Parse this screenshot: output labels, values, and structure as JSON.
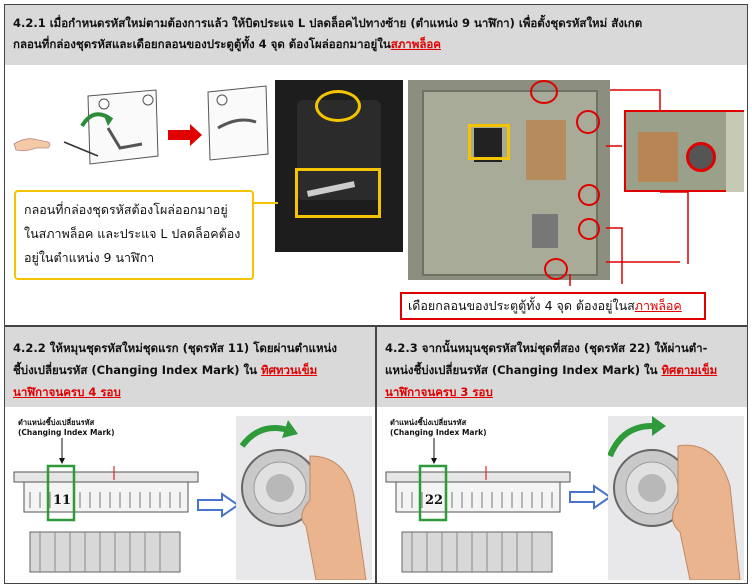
{
  "section_421": {
    "text": "4.2.1 เมื่อกำหนดรหัสใหม่ตามต้องการแล้ว ให้บิดประแจ L ปลดล็อคไปทางซ้าย (ตำแหน่ง 9 นาฬิกา) เพื่อตั้งชุดรหัสใหม่ สังเกต",
    "text2": "กลอนที่กล่องชุดรหัสและเดือยกลอนของประตูตู้ทั้ง 4 จุด ต้องโผล่ออกมาอยู่ใน",
    "text2_link": "สภาพล็อค",
    "callout_line1": "กลอนที่กล่องชุดรหัสต้องโผล่ออกมาอยู่",
    "callout_line2": "ในสภาพล็อค และประแจ L ปลดล็อคต้อง",
    "callout_line3": "อยู่ในตำแหน่ง 9 นาฬิกา",
    "bottom_caption": "เดือยกลอนของประตูตู้ทั้ง 4 จุด ต้องอยู่ในส",
    "bottom_caption_link": "ภาพล็อค"
  },
  "section_422": {
    "line1": "4.2.2 ให้หมุนชุดรหัสใหม่ชุดแรก (ชุดรหัส 11) โดยผ่านตำแหน่ง",
    "line2": "ชี้บ่งเปลี่ยนรหัส (Changing Index Mark) ใน ",
    "line2_link": "ทิศทวนเข็ม",
    "line3_link": "นาฬิกาจนครบ 4 รอบ",
    "dial_label_th": "ตำแหน่งชี้บ่งเปลี่ยนรหัส",
    "dial_label_en": "(Changing Index Mark)",
    "dial_number": "11"
  },
  "section_423": {
    "line1": "4.2.3 จากนั้นหมุนชุดรหัสใหม่ชุดที่สอง (ชุดรหัส 22) ให้ผ่านตำ-",
    "line2": "แหน่งชี้บ่งเปลี่ยนรหัส (Changing Index Mark) ใน ",
    "line2_link": "ทิศตามเข็ม",
    "line3_link": "นาฬิกาจนครบ 3 รอบ",
    "dial_label_th": "ตำแหน่งชี้บ่งเปลี่ยนรหัส",
    "dial_label_en": "(Changing Index Mark)",
    "dial_number": "22"
  },
  "colors": {
    "red": "#e00000",
    "yellow": "#f5c400",
    "green": "#2e9a3a",
    "blue": "#4a74c9",
    "header_bg": "#d9d9d9"
  }
}
